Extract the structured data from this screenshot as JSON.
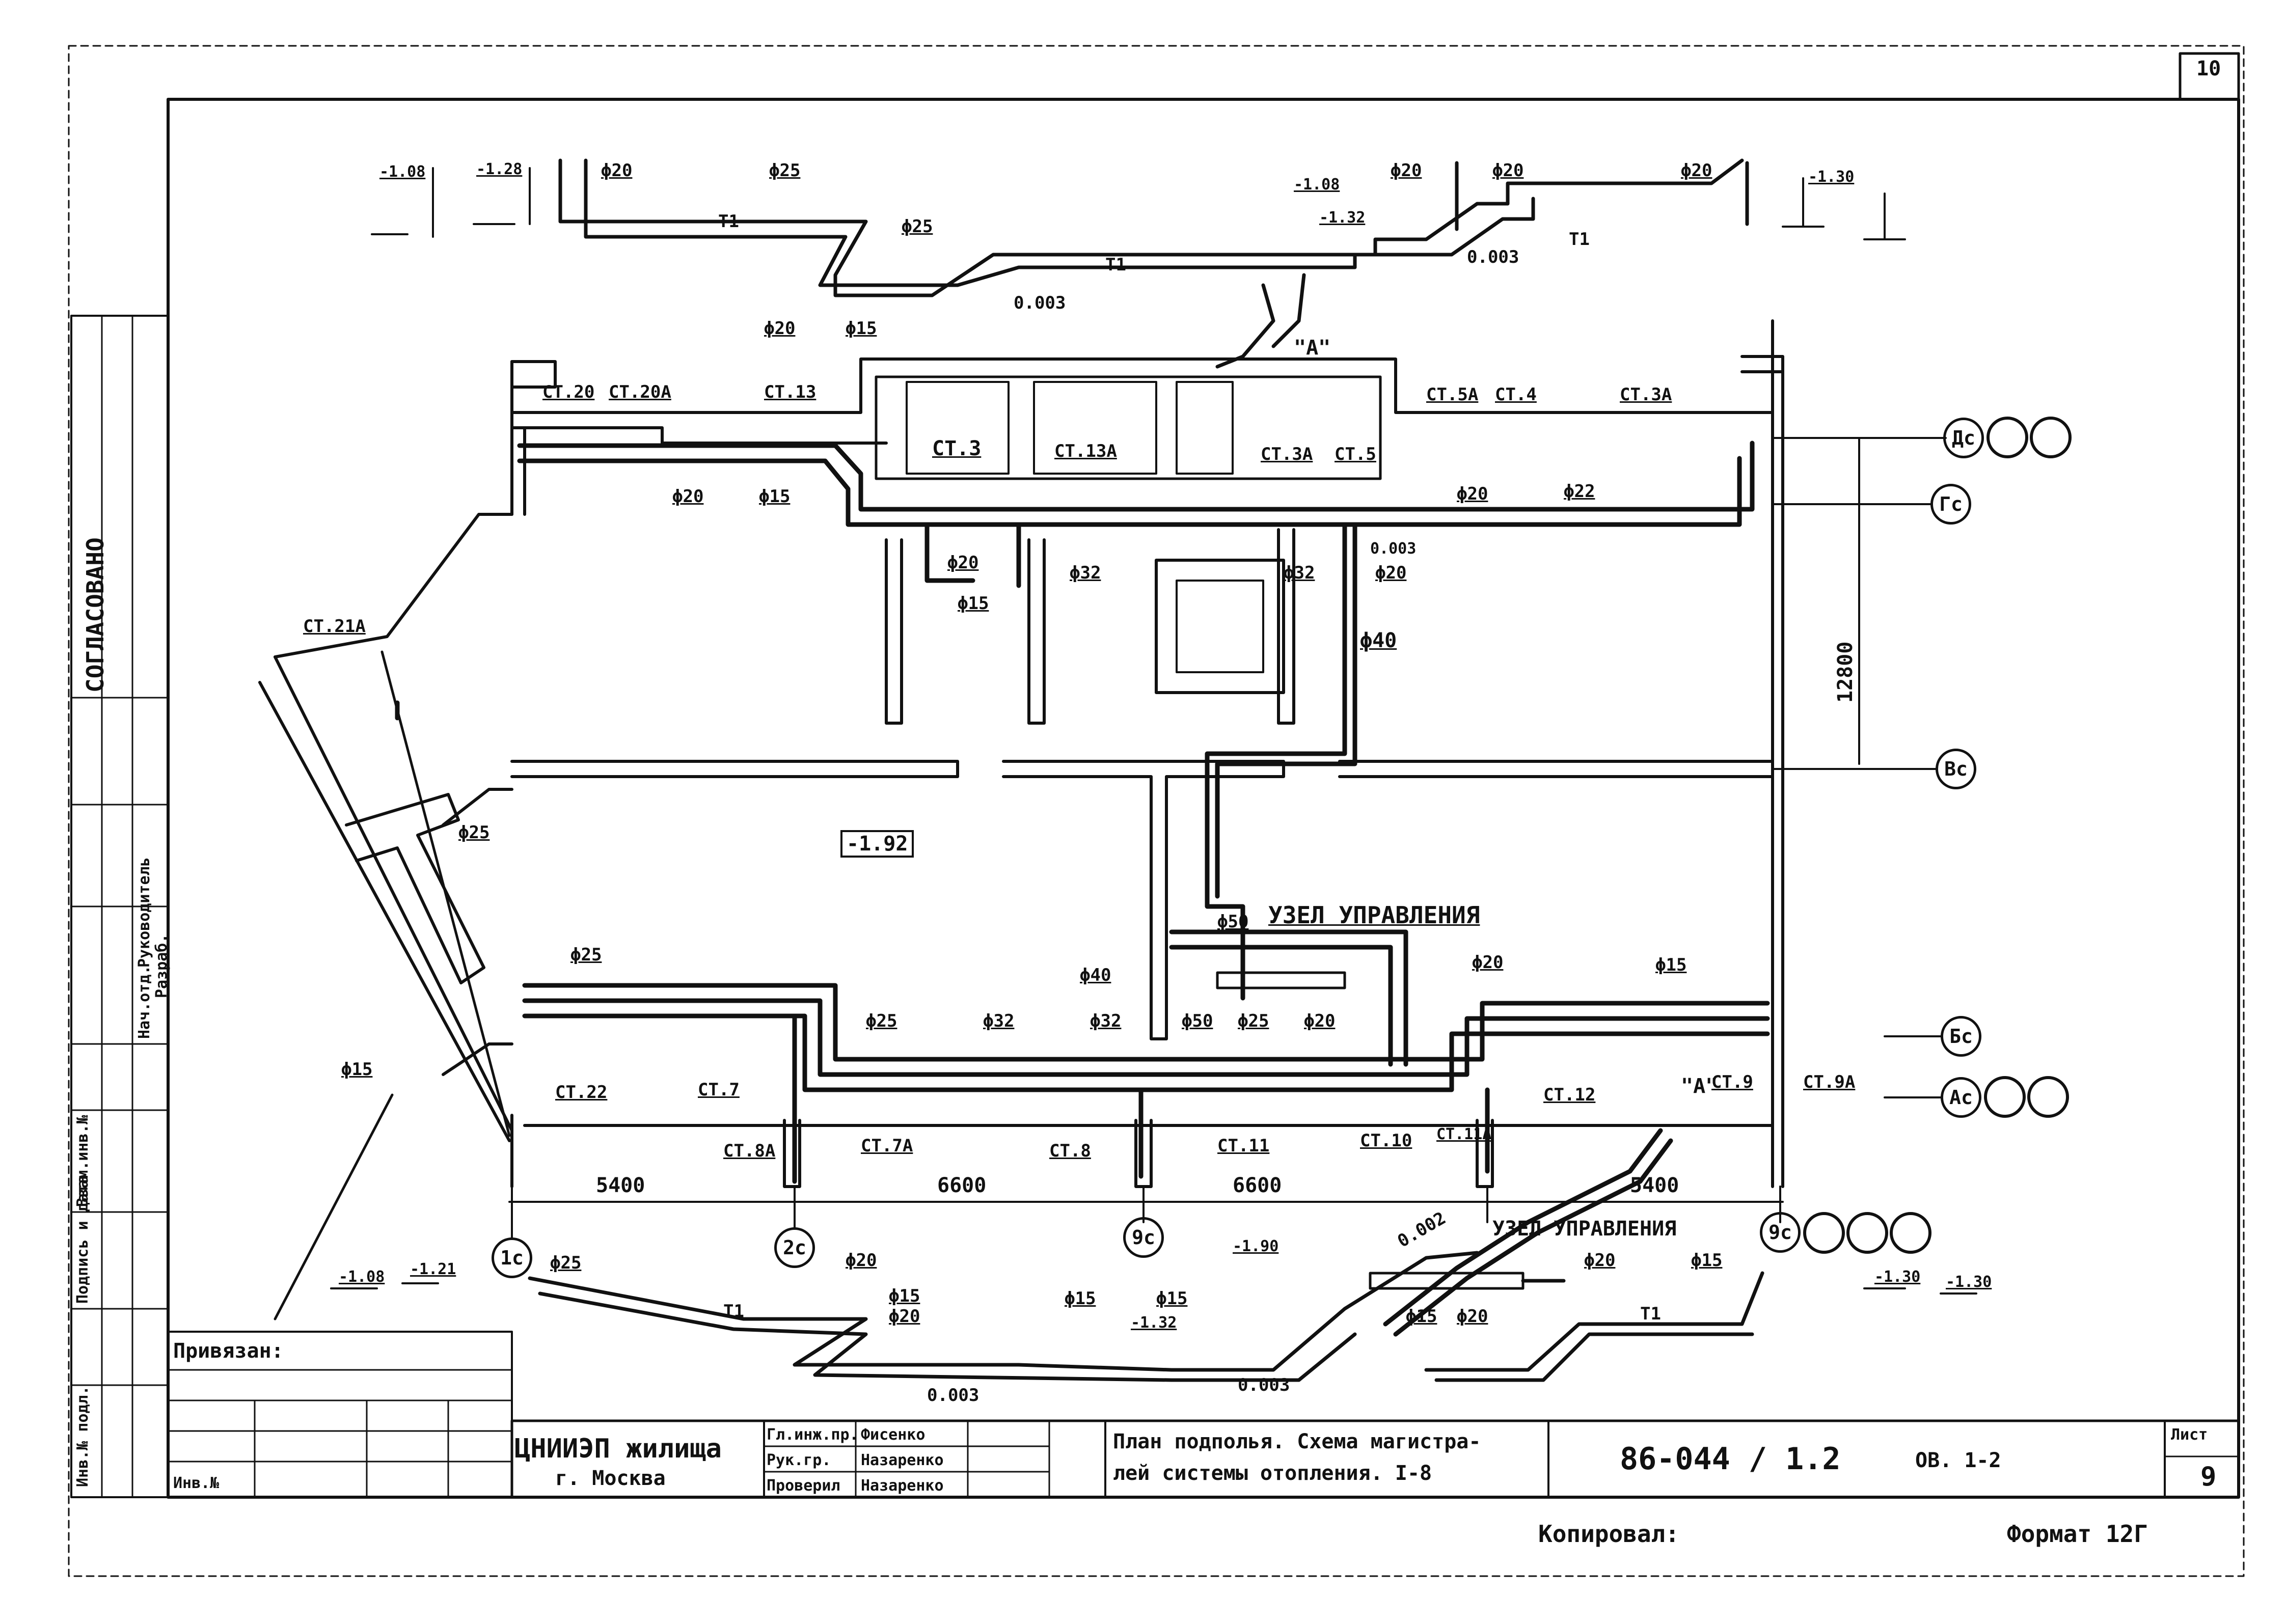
{
  "sheet": {
    "sheet_number_top": "10",
    "format_label": "Формат 12Г",
    "copied_label": "Копировал:"
  },
  "approval_column": {
    "agreed_label": "СОГЛАСОВАНО",
    "rows": [
      "Нач.отд.",
      "Руководитель",
      "Разраб.",
      "Взам.инв.№",
      "Подпись и дата",
      "Инв.№ подл."
    ]
  },
  "title_block": {
    "bound_label": "Привязан:",
    "inv_label": "Инв.№",
    "org_name": "ЦНИИЭП жилища",
    "org_city": "г. Москва",
    "roles": [
      "Гл.инж.пр.",
      "Рук.гр.",
      "Проверил"
    ],
    "names": [
      "Фисенко",
      "Назаренко",
      "Назаренко"
    ],
    "drawing_title_line1": "План подполья. Схема магистра-",
    "drawing_title_line2": "лей системы отопления. I-8",
    "series_code": "86-044 / 1.2",
    "sheet_code": "ОВ. 1-2",
    "sheet_label": "Лист",
    "sheet_value": "9"
  },
  "plan": {
    "floor_mark": "-1.92",
    "overall_dimension": "12800",
    "control_unit_label": "УЗЕЛ УПРАВЛЕНИЯ",
    "detail_a": "\"A\"",
    "bottom_dims": [
      "5400",
      "6600",
      "6600",
      "5400"
    ],
    "axes_bottom": [
      "1с",
      "2с",
      "9с",
      "9с"
    ],
    "axes_right": [
      "Дс",
      "Гс",
      "Вс",
      "Бс",
      "Ас"
    ],
    "risers_top": [
      "СТ.20",
      "СТ.20А",
      "СТ.13",
      "СТ.3",
      "СТ.13А",
      "СТ.3А",
      "СТ.5",
      "СТ.5А",
      "СТ.4",
      "СТ.3А"
    ],
    "risers_bottom": [
      "СТ.22",
      "СТ.7",
      "СТ.8А",
      "СТ.7А",
      "СТ.8",
      "СТ.11",
      "СТ.10",
      "СТ.11А",
      "СТ.12",
      "СТ.9",
      "СТ.9А"
    ],
    "riser_left": "СТ.21А",
    "pipes": [
      "ϕ20",
      "ϕ15",
      "ϕ32",
      "ϕ40",
      "ϕ25",
      "ϕ50",
      "ϕ22"
    ],
    "slope_labels": [
      "0.003",
      "0.002"
    ],
    "pipe_code": "Т1",
    "top_marks": [
      "-1.08",
      "-1.28",
      "-1.30",
      "-1.32",
      "-1.08"
    ],
    "bottom_marks": [
      "-1.08",
      "-1.21",
      "-1.30",
      "-1.30",
      "-1.90",
      "-1.32"
    ]
  }
}
